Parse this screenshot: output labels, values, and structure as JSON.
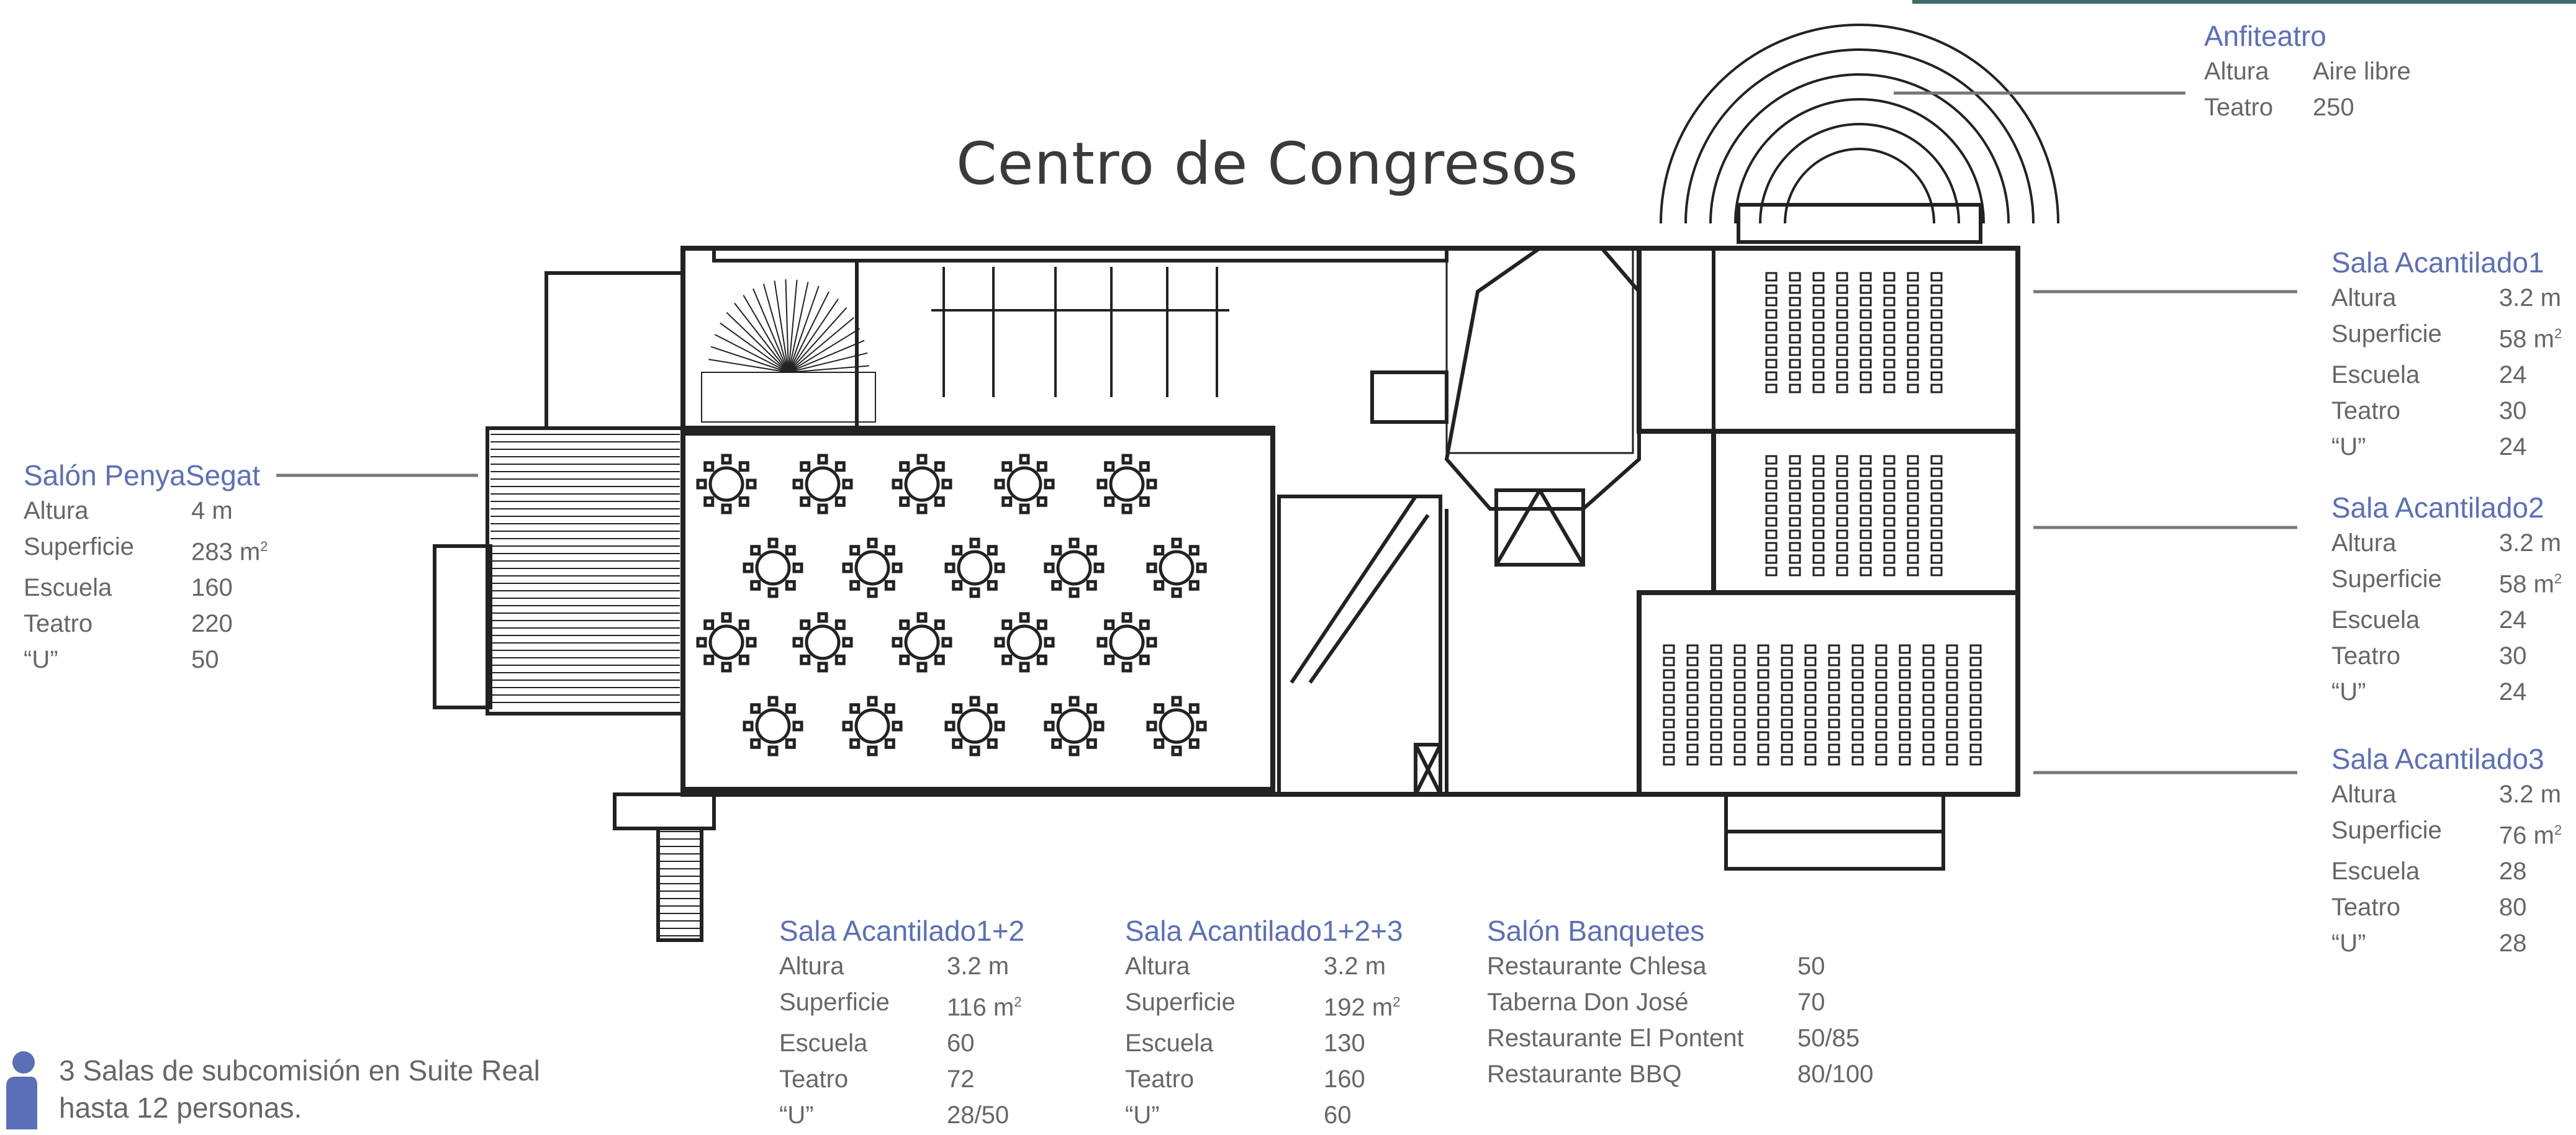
{
  "title": "Centro de Congresos",
  "colors": {
    "heading": "#5a6fb8",
    "text": "#666666",
    "line": "#222222",
    "accent_bar": "#3f6b6b"
  },
  "icons": {
    "person": "person-icon"
  },
  "note": {
    "line1": "3 Salas de subcomisión en Suite Real",
    "line2": "hasta 12 personas."
  },
  "rooms": {
    "anfiteatro": {
      "name": "Anfiteatro",
      "rows": [
        {
          "k": "Altura",
          "v": "Aire libre"
        },
        {
          "k": "Teatro",
          "v": "250"
        }
      ]
    },
    "acantilado1": {
      "name": "Sala Acantilado1",
      "rows": [
        {
          "k": "Altura",
          "v": "3.2 m"
        },
        {
          "k": "Superficie",
          "v": "58 m",
          "sup": "2"
        },
        {
          "k": "Escuela",
          "v": "24"
        },
        {
          "k": "Teatro",
          "v": "30"
        },
        {
          "k": "“U”",
          "v": "24"
        }
      ]
    },
    "acantilado2": {
      "name": "Sala Acantilado2",
      "rows": [
        {
          "k": "Altura",
          "v": "3.2 m"
        },
        {
          "k": "Superficie",
          "v": "58 m",
          "sup": "2"
        },
        {
          "k": "Escuela",
          "v": "24"
        },
        {
          "k": "Teatro",
          "v": "30"
        },
        {
          "k": "“U”",
          "v": "24"
        }
      ]
    },
    "acantilado3": {
      "name": "Sala Acantilado3",
      "rows": [
        {
          "k": "Altura",
          "v": "3.2 m"
        },
        {
          "k": "Superficie",
          "v": "76 m",
          "sup": "2"
        },
        {
          "k": "Escuela",
          "v": "28"
        },
        {
          "k": "Teatro",
          "v": "80"
        },
        {
          "k": "“U”",
          "v": "28"
        }
      ]
    },
    "penyasegat": {
      "name": "Salón PenyaSegat",
      "rows": [
        {
          "k": "Altura",
          "v": "4 m"
        },
        {
          "k": "Superficie",
          "v": "283 m",
          "sup": "2"
        },
        {
          "k": "Escuela",
          "v": "160"
        },
        {
          "k": "Teatro",
          "v": "220"
        },
        {
          "k": "“U”",
          "v": "50"
        }
      ]
    },
    "acantilado12": {
      "name": "Sala Acantilado1+2",
      "rows": [
        {
          "k": "Altura",
          "v": "3.2 m"
        },
        {
          "k": "Superficie",
          "v": "116 m",
          "sup": "2"
        },
        {
          "k": "Escuela",
          "v": "60"
        },
        {
          "k": "Teatro",
          "v": "72"
        },
        {
          "k": "“U”",
          "v": "28/50"
        }
      ]
    },
    "acantilado123": {
      "name": "Sala Acantilado1+2+3",
      "rows": [
        {
          "k": "Altura",
          "v": "3.2 m"
        },
        {
          "k": "Superficie",
          "v": "192 m",
          "sup": "2"
        },
        {
          "k": "Escuela",
          "v": "130"
        },
        {
          "k": "Teatro",
          "v": "160"
        },
        {
          "k": "“U”",
          "v": "60"
        }
      ]
    },
    "banquetes": {
      "name": "Salón Banquetes",
      "rows": [
        {
          "k": "Restaurante Chlesa",
          "v": "50"
        },
        {
          "k": "Taberna Don José",
          "v": "70"
        },
        {
          "k": "Restaurante El Pontent",
          "v": "50/85"
        },
        {
          "k": "Restaurante BBQ",
          "v": "80/100"
        }
      ]
    }
  }
}
